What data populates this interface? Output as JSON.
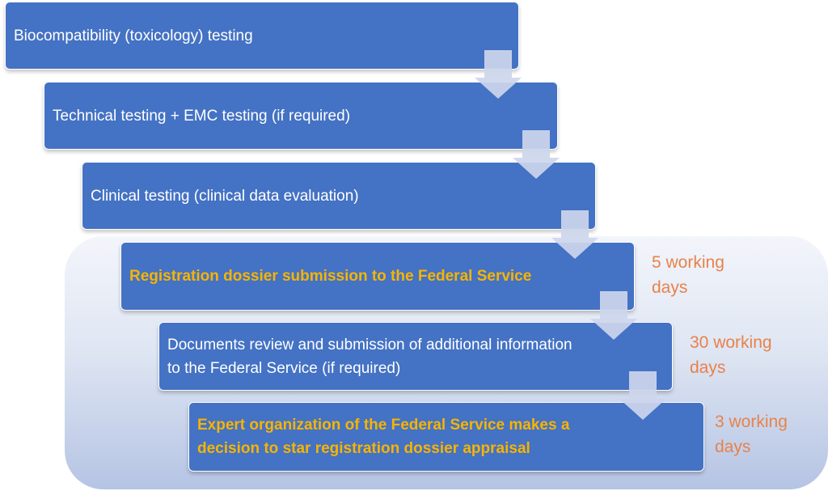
{
  "steps": [
    {
      "label": "Biocompatibility (toxicology) testing"
    },
    {
      "label": "Technical testing + EMC testing (if required)"
    },
    {
      "label": "Clinical testing (clinical data evaluation)"
    },
    {
      "label": "Registration dossier submission to the Federal Service"
    },
    {
      "label": "Documents review and submission of additional information to the Federal Service (if required)"
    },
    {
      "label": "Expert organization of the Federal Service makes a decision to star registration dossier appraisal"
    }
  ],
  "durations": [
    {
      "text": "5 working\ndays"
    },
    {
      "text": "30 working\ndays"
    },
    {
      "text": "3 working\ndays"
    }
  ],
  "colors": {
    "box_fill": "#4472c4",
    "highlight_text": "#f7b400",
    "duration_text": "#e8824a",
    "arrow_fill": "#cdd6ec"
  }
}
